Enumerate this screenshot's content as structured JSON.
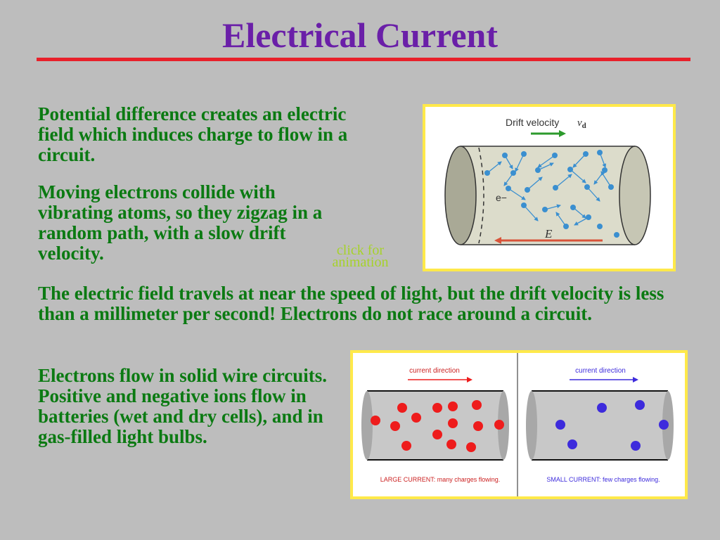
{
  "title": "Electrical Current",
  "paragraphs": {
    "p1": "Potential difference creates an electric field which induces charge to flow in a circuit.",
    "p2": "Moving electrons collide with vibrating atoms, so they zigzag in a random path, with a slow drift velocity.",
    "p3": "The electric field travels at near the speed of light, but the drift velocity is less than a millimeter per second! Electrons do not race around a circuit.",
    "p4": "Electrons flow in solid wire circuits. Positive and negative ions flow in batteries (wet and dry cells), and in gas-filled light bulbs."
  },
  "click_link": {
    "line1": "click for",
    "line2": "animation"
  },
  "drift_figure": {
    "drift_label": "Drift velocity",
    "velocity_symbol": "v",
    "velocity_subscript": "d",
    "electron_label": "e−",
    "field_label": "E"
  },
  "current_figure": {
    "left_heading": "current direction",
    "right_heading": "current direction",
    "left_caption": "LARGE CURRENT: many charges flowing.",
    "right_caption": "SMALL CURRENT: few charges flowing."
  },
  "colors": {
    "title": "#6a1fa8",
    "rule": "#e8202a",
    "body_text": "#0b7a12",
    "link": "#a6d22a",
    "frame": "#ffe94a",
    "electron": "#3a8fd0",
    "large_charge": "#ee1c1c",
    "small_charge": "#3d2bdc"
  }
}
